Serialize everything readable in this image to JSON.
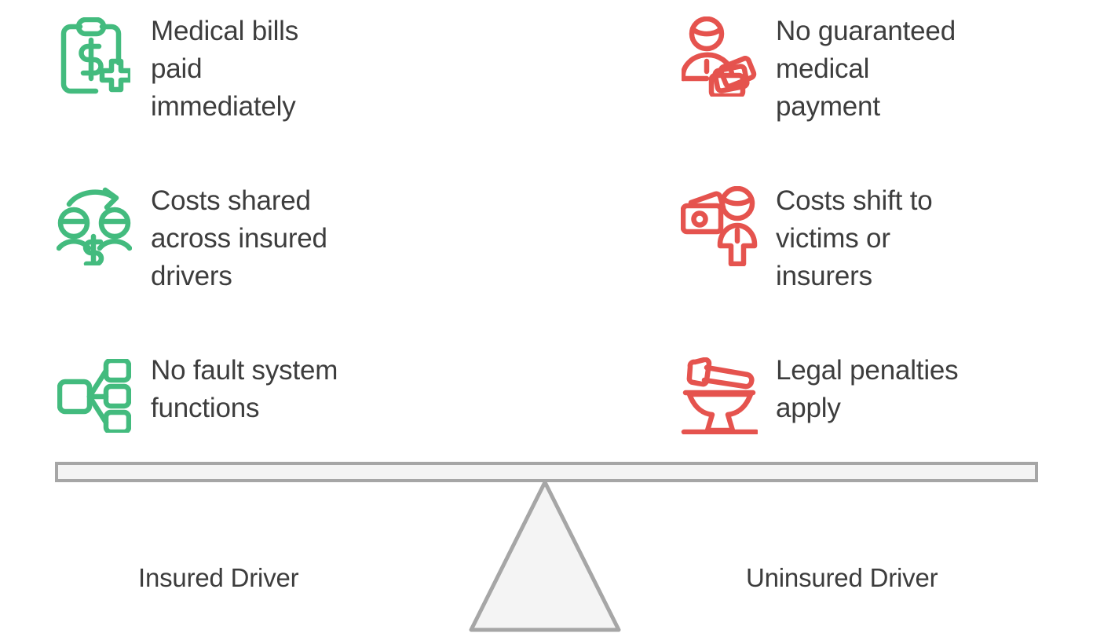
{
  "colors": {
    "positive": "#43bb7e",
    "negative": "#e5534e",
    "text": "#3d3d3d",
    "beam_fill": "#f4f4f4",
    "beam_stroke": "#a6a6a6",
    "fulcrum_fill": "#f4f4f4",
    "fulcrum_stroke": "#a6a6a6",
    "background": "#ffffff"
  },
  "left_side": {
    "label": "Insured Driver",
    "items": [
      {
        "icon": "clipboard-dollar-medical-icon",
        "text": "Medical bills\npaid\nimmediately"
      },
      {
        "icon": "two-people-dollar-exchange-icon",
        "text": "Costs shared\nacross insured\ndrivers"
      },
      {
        "icon": "network-hierarchy-icon",
        "text": "No fault system\nfunctions"
      }
    ]
  },
  "right_side": {
    "label": "Uninsured Driver",
    "items": [
      {
        "icon": "person-with-money-cards-icon",
        "text": "No guaranteed\nmedical\npayment"
      },
      {
        "icon": "wallet-and-person-icon",
        "text": "Costs shift to\nvictims or\ninsurers"
      },
      {
        "icon": "hammer-anvil-icon",
        "text": "Legal penalties\napply"
      }
    ]
  },
  "balance": {
    "beam_name": "balance-beam",
    "fulcrum_name": "balance-fulcrum"
  }
}
